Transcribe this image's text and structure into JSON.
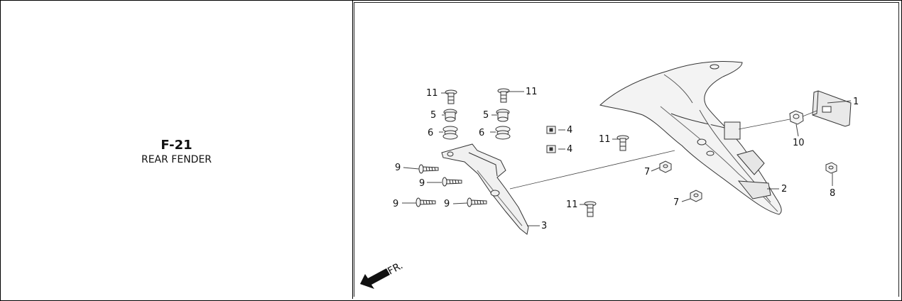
{
  "figure": {
    "code": "F-21",
    "title": "REAR FENDER"
  },
  "direction": {
    "label": "FR."
  },
  "callouts": {
    "n1": "1",
    "n2": "2",
    "n3": "3",
    "n4a": "4",
    "n4b": "4",
    "n5a": "5",
    "n5b": "5",
    "n6a": "6",
    "n6b": "6",
    "n7a": "7",
    "n7b": "7",
    "n8": "8",
    "n9a": "9",
    "n9b": "9",
    "n9c": "9",
    "n9d": "9",
    "n10": "10",
    "n11a": "11",
    "n11b": "11",
    "n11c": "11",
    "n11d": "11"
  }
}
